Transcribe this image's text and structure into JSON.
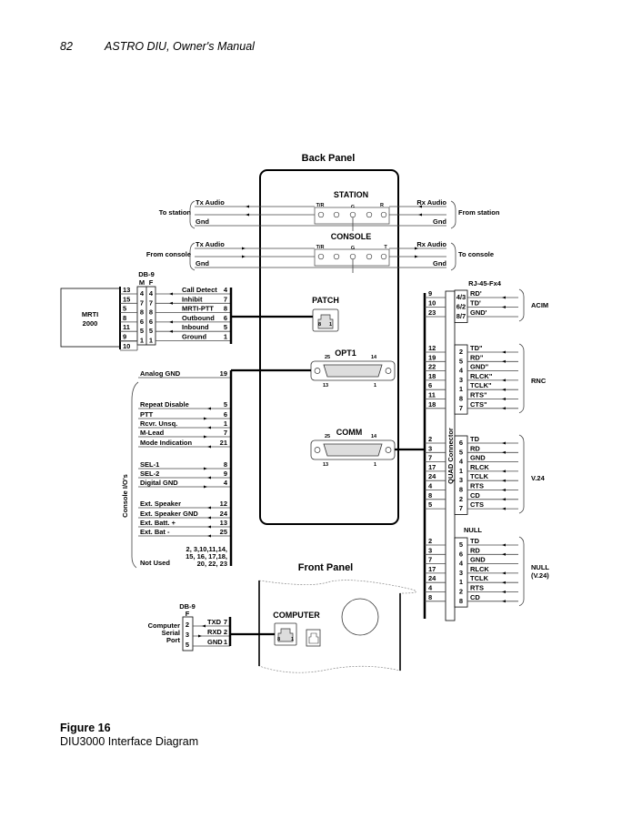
{
  "header": {
    "page_number": "82",
    "title": "ASTRO DIU, Owner's Manual"
  },
  "caption": {
    "figure": "Figure 16",
    "title": "DIU3000 Interface Diagram"
  },
  "back_panel": {
    "title": "Back Panel",
    "station": {
      "label": "STATION",
      "pins": [
        "T/R",
        "G",
        "R"
      ],
      "left": {
        "group": "To station",
        "lines": [
          "Tx Audio",
          "Gnd"
        ]
      },
      "right": {
        "group": "From station",
        "lines": [
          "Rx Audio",
          "Gnd"
        ]
      }
    },
    "console": {
      "label": "CONSOLE",
      "pins": [
        "T/R",
        "G",
        "T"
      ],
      "left": {
        "group": "From console",
        "lines": [
          "Tx Audio",
          "Gnd"
        ]
      },
      "right": {
        "group": "To console",
        "lines": [
          "Rx Audio",
          "Gnd"
        ]
      }
    },
    "patch": {
      "label": "PATCH",
      "pin_left": "8",
      "pin_right": "1"
    },
    "opt1": {
      "label": "OPT1",
      "pins": [
        "25",
        "14",
        "13",
        "1"
      ]
    },
    "comm": {
      "label": "COMM",
      "pins": [
        "25",
        "14",
        "13",
        "1"
      ]
    }
  },
  "mrti": {
    "device": [
      "MRTI",
      "2000"
    ],
    "db9": {
      "label": "DB-9",
      "m": "M",
      "f": "F"
    },
    "rows": [
      {
        "mrti_pin": "13",
        "m": "4",
        "f": "4",
        "signal": "Call Detect",
        "pin": "4"
      },
      {
        "mrti_pin": "15",
        "m": "7",
        "f": "7",
        "signal": "Inhibit",
        "pin": "7"
      },
      {
        "mrti_pin": "5",
        "m": "8",
        "f": "8",
        "signal": "MRTI-PTT",
        "pin": "8"
      },
      {
        "mrti_pin": "8",
        "m": "6",
        "f": "6",
        "signal": "Outbound",
        "pin": "6"
      },
      {
        "mrti_pin": "11",
        "m": "5",
        "f": "5",
        "signal": "Inbound",
        "pin": "5"
      },
      {
        "mrti_pin": "9",
        "m": "1",
        "f": "1",
        "signal": "Ground",
        "pin": "1"
      }
    ],
    "extra_pin": "10"
  },
  "console_io": {
    "label": "Console I/O's",
    "rows": [
      {
        "signal": "Analog GND",
        "pin": "19"
      },
      {
        "signal": "Repeat Disable",
        "pin": "5"
      },
      {
        "signal": "PTT",
        "pin": "6"
      },
      {
        "signal": "Rcvr. Unsq.",
        "pin": "1"
      },
      {
        "signal": "M-Lead",
        "pin": "7"
      },
      {
        "signal": "Mode Indication",
        "pin": "21"
      },
      {
        "signal": "SEL-1",
        "pin": "8"
      },
      {
        "signal": "SEL-2",
        "pin": "9"
      },
      {
        "signal": "Digital GND",
        "pin": "4"
      },
      {
        "signal": "Ext. Speaker",
        "pin": "12"
      },
      {
        "signal": "Ext. Speaker GND",
        "pin": "24"
      },
      {
        "signal": "Ext. Batt. +",
        "pin": "13"
      },
      {
        "signal": "Ext. Bat -",
        "pin": "25"
      }
    ],
    "not_used": {
      "label": "Not Used",
      "pins": [
        "2, 3,10,11,14,",
        "15, 16, 17,18,",
        "20, 22, 23"
      ]
    }
  },
  "quad": {
    "label": "QUAD Connector",
    "rj45_label": "RJ-45-Fx4",
    "acim": {
      "group": "ACIM",
      "rows": [
        {
          "comm": "9",
          "pin": "4/3",
          "signal": "RD'"
        },
        {
          "comm": "10",
          "pin": "6/2",
          "signal": "TD'"
        },
        {
          "comm": "23",
          "pin": "8/7",
          "signal": "GND'"
        }
      ]
    },
    "rnc": {
      "group": "RNC",
      "rows": [
        {
          "comm": "12",
          "pin": "2",
          "signal": "TD\""
        },
        {
          "comm": "19",
          "pin": "5",
          "signal": "RD\""
        },
        {
          "comm": "22",
          "pin": "4",
          "signal": "GND\""
        },
        {
          "comm": "18",
          "pin": "3",
          "signal": "RLCK\""
        },
        {
          "comm": "6",
          "pin": "1",
          "signal": "TCLK\""
        },
        {
          "comm": "11",
          "pin": "8",
          "signal": "RTS\""
        },
        {
          "comm": "18",
          "pin": "7",
          "signal": "CTS\""
        }
      ]
    },
    "v24": {
      "group": "V.24",
      "rows": [
        {
          "comm": "2",
          "pin": "6",
          "signal": "TD"
        },
        {
          "comm": "3",
          "pin": "5",
          "signal": "RD"
        },
        {
          "comm": "7",
          "pin": "4",
          "signal": "GND"
        },
        {
          "comm": "17",
          "pin": "1",
          "signal": "RLCK"
        },
        {
          "comm": "24",
          "pin": "3",
          "signal": "TCLK"
        },
        {
          "comm": "4",
          "pin": "8",
          "signal": "RTS"
        },
        {
          "comm": "8",
          "pin": "2",
          "signal": "CD"
        },
        {
          "comm": "5",
          "pin": "7",
          "signal": "CTS"
        }
      ]
    },
    "null_label": "NULL",
    "null": {
      "group": [
        "NULL",
        "(V.24)"
      ],
      "rows": [
        {
          "comm": "2",
          "pin": "5",
          "signal": "TD"
        },
        {
          "comm": "3",
          "pin": "6",
          "signal": "RD"
        },
        {
          "comm": "7",
          "pin": "4",
          "signal": "GND"
        },
        {
          "comm": "17",
          "pin": "3",
          "signal": "RLCK"
        },
        {
          "comm": "24",
          "pin": "1",
          "signal": "TCLK"
        },
        {
          "comm": "4",
          "pin": "2",
          "signal": "RTS"
        },
        {
          "comm": "8",
          "pin": "8",
          "signal": "CD"
        }
      ]
    }
  },
  "front_panel": {
    "title": "Front Panel",
    "computer": {
      "label": "COMPUTER",
      "pin_left": "8",
      "pin_right": "1"
    },
    "serial": {
      "label": [
        "Computer",
        "Serial",
        "Port"
      ],
      "db9": {
        "label": "DB-9",
        "f": "F"
      },
      "rows": [
        {
          "f": "2",
          "signal": "TXD",
          "pin": "7"
        },
        {
          "f": "3",
          "signal": "RXD",
          "pin": "2"
        },
        {
          "f": "5",
          "signal": "GND",
          "pin": "1"
        }
      ]
    }
  }
}
